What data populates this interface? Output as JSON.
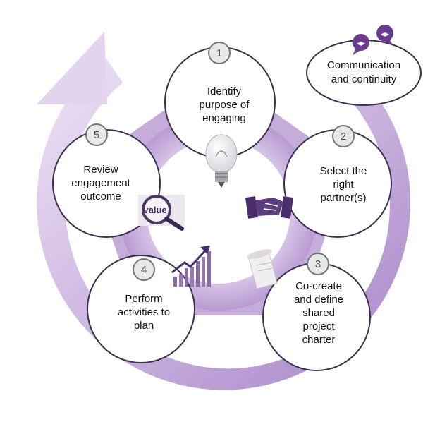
{
  "steps": [
    {
      "number": "1",
      "lines": [
        "Identify",
        "purpose of",
        "engaging"
      ]
    },
    {
      "number": "2",
      "lines": [
        "Select the",
        "right",
        "partner(s)"
      ]
    },
    {
      "number": "3",
      "lines": [
        "Co-create",
        "and define",
        "shared",
        "project",
        "charter"
      ]
    },
    {
      "number": "4",
      "lines": [
        "Perform",
        "activities to",
        "plan"
      ]
    },
    {
      "number": "5",
      "lines": [
        "Review",
        "engagement",
        "outcome"
      ]
    }
  ],
  "callout": {
    "lines": [
      "Communication",
      "and continuity"
    ]
  },
  "icons": {
    "step1": "light-bulb-icon",
    "step2": "handshake-icon",
    "step3": "scroll-icon",
    "step4": "growth-chart-icon",
    "step5": "magnifier-value-icon",
    "callout": "speech-bubbles-icon"
  },
  "magnifier_text": "value",
  "colors": {
    "accent": "#7a4f9e",
    "ring": "#ccb8df",
    "outer_arrow_light": "#ecdff4",
    "outer_arrow_dark": "#b28fce",
    "circle_border": "#3a3050",
    "number_fill": "#e8e8e8"
  }
}
